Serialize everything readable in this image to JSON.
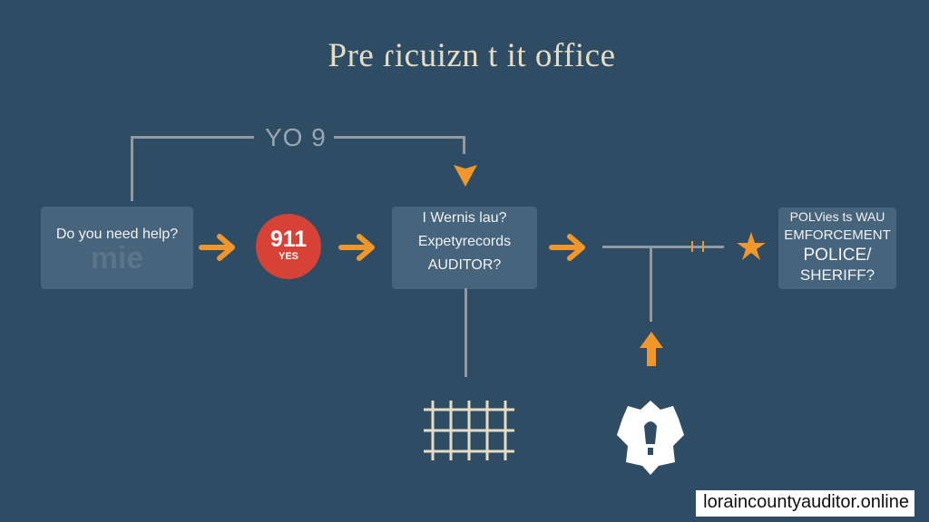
{
  "diagram": {
    "title": "Pre ɾicuizn t it office",
    "top_label": "YO 9",
    "box_start": {
      "line1": "Do you need help?",
      "line2": "mie"
    },
    "emergency": {
      "number": "911",
      "label": "YES"
    },
    "box_middle": {
      "line1": "I Wernis lau?",
      "line2": "Expetyrecords",
      "line3": "AUDITOR?"
    },
    "box_end": {
      "line1": "POLVies ts WAU",
      "line2": "EMFORCEMENT",
      "line3": "POLICE/",
      "line4": "SHERIFF?"
    },
    "icons": [
      "grid-icon",
      "shield-icon",
      "star-icon"
    ],
    "colors": {
      "background": "#2e4d65",
      "accent": "#f0962a",
      "emergency": "#d84236",
      "title": "#e6dcc4"
    }
  },
  "footer": {
    "watermark": "loraincountyauditor.online"
  }
}
